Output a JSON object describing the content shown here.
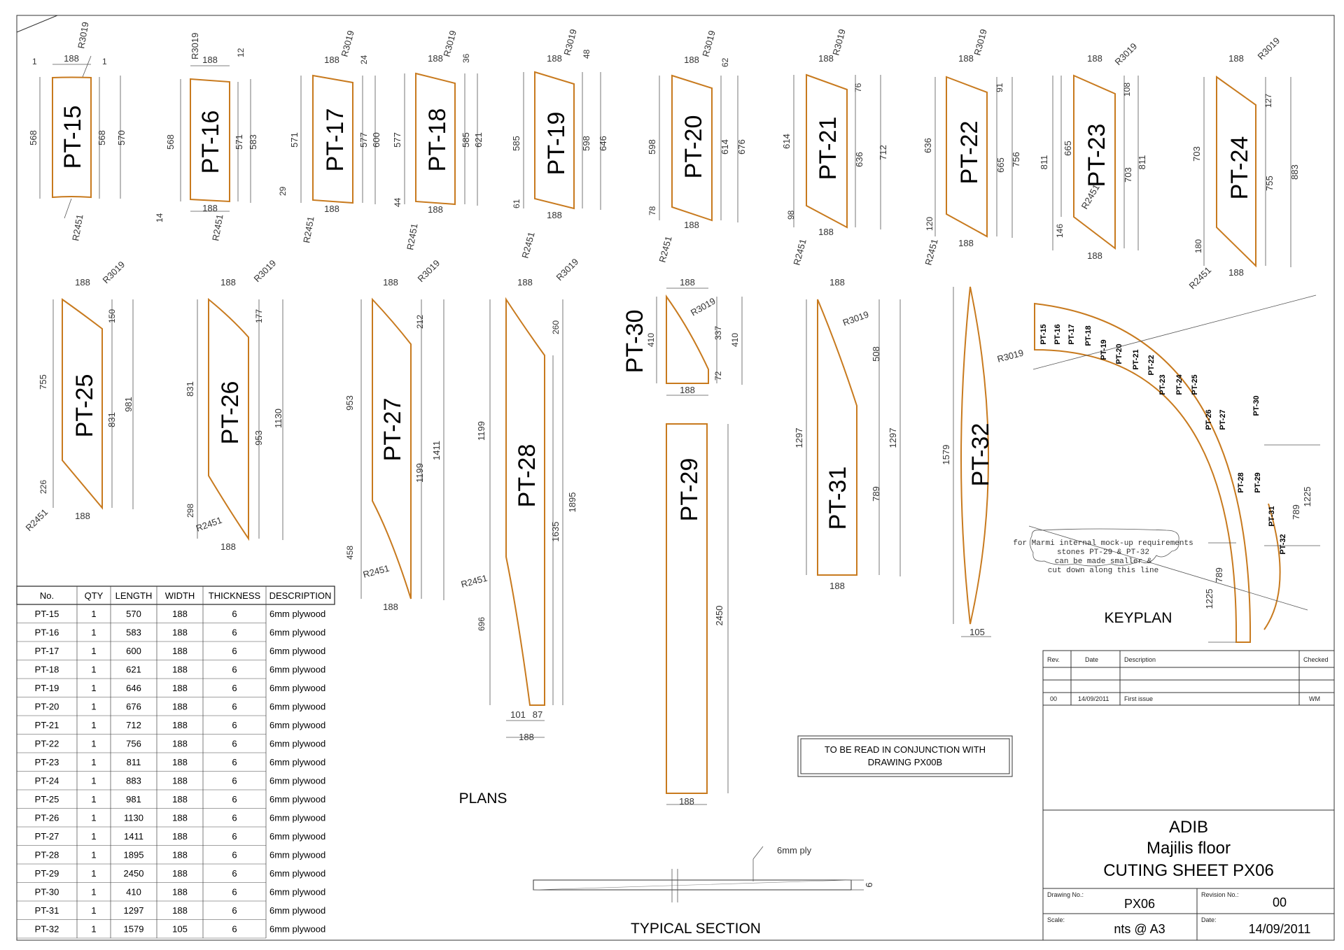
{
  "pieces": [
    {
      "id": "PT-15",
      "r_top": "R3019",
      "r_bot": "R2451",
      "width_top": "188",
      "left": "568",
      "right": "568",
      "total": "570",
      "top_off": "1",
      "top_off2": "1"
    },
    {
      "id": "PT-16",
      "r_top": "R3019",
      "r_bot": "R2451",
      "width_top": "188",
      "width_bot": "188",
      "left": "568",
      "right": "571",
      "total": "583",
      "top_off": "12",
      "bot_off": "14"
    },
    {
      "id": "PT-17",
      "r_top": "R3019",
      "r_bot": "R2451",
      "width_top": "188",
      "width_bot": "188",
      "left": "571",
      "right": "577",
      "total": "600",
      "top_off": "24",
      "bot_off": "29"
    },
    {
      "id": "PT-18",
      "r_top": "R3019",
      "r_bot": "R2451",
      "width_top": "188",
      "width_bot": "188",
      "left": "577",
      "right": "585",
      "total": "621",
      "top_off": "36",
      "bot_off": "44"
    },
    {
      "id": "PT-19",
      "r_top": "R3019",
      "r_bot": "R2451",
      "width_top": "188",
      "width_bot": "188",
      "left": "585",
      "right": "598",
      "total": "646",
      "top_off": "48",
      "bot_off": "61"
    },
    {
      "id": "PT-20",
      "r_top": "R3019",
      "r_bot": "R2451",
      "width_top": "188",
      "width_bot": "188",
      "left": "598",
      "right": "614",
      "total": "676",
      "top_off": "62",
      "bot_off": "78"
    },
    {
      "id": "PT-21",
      "r_top": "R3019",
      "r_bot": "R2451",
      "width_top": "188",
      "width_bot": "188",
      "left": "614",
      "right": "636",
      "total": "712",
      "top_off": "76",
      "bot_off": "98"
    },
    {
      "id": "PT-22",
      "r_top": "R3019",
      "r_bot": "R2451",
      "width_top": "188",
      "width_bot": "188",
      "left": "636",
      "right": "665",
      "total": "756",
      "top_off": "91",
      "bot_off": "120"
    },
    {
      "id": "PT-23",
      "r_top": "R3019",
      "r_bot": "R2451",
      "width_top": "188",
      "width_bot": "188",
      "left": "665",
      "left_outer": "811",
      "right": "703",
      "total": "811",
      "top_off": "108",
      "bot_off": "146"
    },
    {
      "id": "PT-24",
      "r_top": "R3019",
      "r_bot": "R2451",
      "width_top": "188",
      "width_bot": "188",
      "left": "703",
      "right": "755",
      "total": "883",
      "top_off": "127",
      "bot_off": "180"
    },
    {
      "id": "PT-25",
      "r_top": "R3019",
      "r_bot": "R2451",
      "width_top": "188",
      "width_bot": "188",
      "left": "755",
      "right": "831",
      "total": "981",
      "top_off": "150",
      "bot_off": "226"
    },
    {
      "id": "PT-26",
      "r_top": "R3019",
      "r_bot": "R2451",
      "width_top": "188",
      "width_bot": "188",
      "left": "831",
      "right": "953",
      "total": "1130",
      "top_off": "177",
      "bot_off": "298"
    },
    {
      "id": "PT-27",
      "r_top": "R3019",
      "r_bot": "R2451",
      "width_top": "188",
      "width_bot": "188",
      "left": "953",
      "right": "1199",
      "total": "1411",
      "top_off": "212",
      "bot_off": "458"
    },
    {
      "id": "PT-28",
      "r_top": "R3019",
      "r_bot": "R2451",
      "width_top": "188",
      "left": "1199",
      "right": "1635",
      "total": "1895",
      "top_off": "260",
      "bot_off": "696",
      "bw1": "101",
      "bw2": "87",
      "bw_total": "188"
    },
    {
      "id": "PT-29",
      "width_bot": "188",
      "total": "2450"
    },
    {
      "id": "PT-30",
      "r_top": "R3019",
      "width_top": "188",
      "width_bot": "188",
      "left": "410",
      "right": "337",
      "total": "410",
      "bot_off": "72"
    },
    {
      "id": "PT-31",
      "r_top": "R3019",
      "width_top": "188",
      "width_bot": "188",
      "left": "1297",
      "right": "789",
      "total": "1297",
      "top_off": "508"
    },
    {
      "id": "PT-32",
      "r_top": "R3019",
      "left": "1579",
      "width_bot": "105"
    }
  ],
  "keyplan": {
    "labels": [
      "PT-15",
      "PT-16",
      "PT-17",
      "PT-18",
      "PT-19",
      "PT-20",
      "PT-21",
      "PT-22",
      "PT-23",
      "PT-24",
      "PT-25",
      "PT-26",
      "PT-27",
      "PT-28",
      "PT-29",
      "PT-30",
      "PT-31",
      "PT-32"
    ],
    "title": "KEYPLAN",
    "dims": [
      "1225",
      "789",
      "789",
      "1225"
    ],
    "note": [
      "for Marmi internal mock-up requirements",
      "stones PT-29 & PT-32",
      "can be made smaller &",
      "cut down along this line"
    ]
  },
  "table": {
    "headers": [
      "No.",
      "QTY",
      "LENGTH",
      "WIDTH",
      "THICKNESS",
      "DESCRIPTION"
    ],
    "rows": [
      [
        "PT-15",
        "1",
        "570",
        "188",
        "6",
        "6mm plywood"
      ],
      [
        "PT-16",
        "1",
        "583",
        "188",
        "6",
        "6mm plywood"
      ],
      [
        "PT-17",
        "1",
        "600",
        "188",
        "6",
        "6mm plywood"
      ],
      [
        "PT-18",
        "1",
        "621",
        "188",
        "6",
        "6mm plywood"
      ],
      [
        "PT-19",
        "1",
        "646",
        "188",
        "6",
        "6mm plywood"
      ],
      [
        "PT-20",
        "1",
        "676",
        "188",
        "6",
        "6mm plywood"
      ],
      [
        "PT-21",
        "1",
        "712",
        "188",
        "6",
        "6mm plywood"
      ],
      [
        "PT-22",
        "1",
        "756",
        "188",
        "6",
        "6mm plywood"
      ],
      [
        "PT-23",
        "1",
        "811",
        "188",
        "6",
        "6mm plywood"
      ],
      [
        "PT-24",
        "1",
        "883",
        "188",
        "6",
        "6mm plywood"
      ],
      [
        "PT-25",
        "1",
        "981",
        "188",
        "6",
        "6mm plywood"
      ],
      [
        "PT-26",
        "1",
        "1130",
        "188",
        "6",
        "6mm plywood"
      ],
      [
        "PT-27",
        "1",
        "1411",
        "188",
        "6",
        "6mm plywood"
      ],
      [
        "PT-28",
        "1",
        "1895",
        "188",
        "6",
        "6mm plywood"
      ],
      [
        "PT-29",
        "1",
        "2450",
        "188",
        "6",
        "6mm plywood"
      ],
      [
        "PT-30",
        "1",
        "410",
        "188",
        "6",
        "6mm plywood"
      ],
      [
        "PT-31",
        "1",
        "1297",
        "188",
        "6",
        "6mm plywood"
      ],
      [
        "PT-32",
        "1",
        "1579",
        "105",
        "6",
        "6mm plywood"
      ]
    ]
  },
  "labels": {
    "plans": "PLANS",
    "typical_section": "TYPICAL SECTION",
    "section_ply": "6mm ply",
    "section_thk": "6",
    "note_line1": "TO BE READ IN CONJUNCTION WITH",
    "note_line2": "DRAWING PX00B"
  },
  "titleblock": {
    "rev_headers": [
      "Rev.",
      "Date",
      "Description",
      "Checked"
    ],
    "rev_row": [
      "00",
      "14/09/2011",
      "First issue",
      "WM"
    ],
    "client": "ADIB",
    "project": "Majilis floor",
    "sheet": "CUTING SHEET PX06",
    "drawing_no_label": "Drawing No.:",
    "drawing_no": "PX06",
    "revision_label": "Revision No.:",
    "revision": "00",
    "scale_label": "Scale:",
    "scale": "nts @ A3",
    "date_label": "Date:",
    "date": "14/09/2011"
  },
  "colors": {
    "piece_outline": "#c87a1e",
    "line": "#555555"
  }
}
